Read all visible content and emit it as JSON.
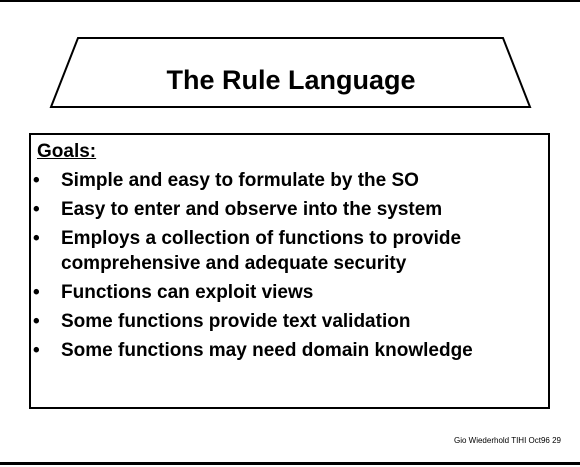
{
  "title": "The Rule Language",
  "goals": {
    "heading": "Goals:",
    "bullet_symbol": "•",
    "items": [
      "Simple and easy to formulate by the SO",
      "Easy to enter and observe into the system",
      "Employs a collection of functions to provide comprehensive and adequate security",
      "Functions can exploit views",
      "Some functions provide text validation",
      "Some functions may need domain knowledge"
    ]
  },
  "footer": "Gio Wiederhold TIHI Oct96 29"
}
